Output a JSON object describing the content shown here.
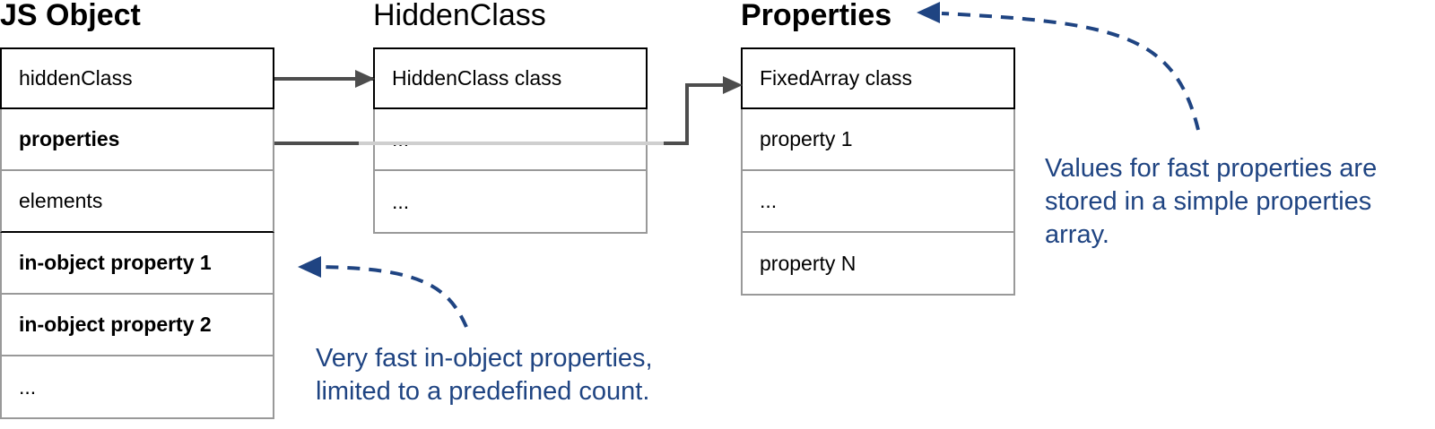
{
  "diagram": {
    "js_object": {
      "title": "JS Object",
      "rows": [
        "hiddenClass",
        "properties",
        "elements",
        "in-object property 1",
        "in-object property 2",
        "..."
      ]
    },
    "hidden_class": {
      "title": "HiddenClass",
      "rows": [
        "HiddenClass class",
        "...",
        "..."
      ]
    },
    "properties": {
      "title": "Properties",
      "rows": [
        "FixedArray class",
        "property 1",
        "...",
        "property N"
      ]
    },
    "notes": {
      "in_object": [
        "Very fast in-object properties,",
        "limited to a predefined count."
      ],
      "fast_properties": [
        "Values for fast properties are",
        "stored in a simple properties",
        "array."
      ]
    },
    "colors": {
      "annotation": "#1f4482",
      "arrow": "#4d4d4d",
      "border_dark": "#000000",
      "border_light": "#999999"
    }
  }
}
